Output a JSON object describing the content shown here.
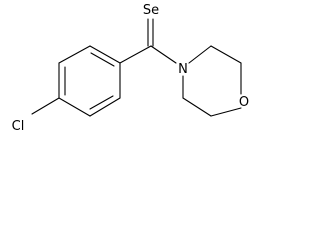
{
  "molecule": {
    "atoms": {
      "selenium": "Se",
      "nitrogen": "N",
      "oxygen": "O",
      "chlorine": "Cl"
    },
    "colors": {
      "bond": "#000000",
      "label": "#000000",
      "background": "#ffffff"
    }
  }
}
